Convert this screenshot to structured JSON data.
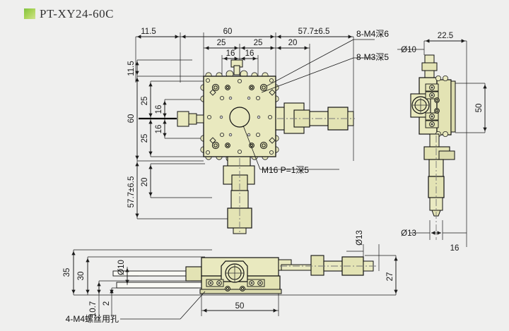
{
  "header": {
    "title": "PT-XY24-60C",
    "icon": "green-square-icon",
    "icon_color": "#8cc63f"
  },
  "colors": {
    "background": "#efefee",
    "body_fill": "#e9e9bf",
    "body_fill_light": "#f0f0d2",
    "body_fill_dark": "#dcdcae",
    "line": "#1a1a1a",
    "thin_line": "#444444",
    "center_line": "#777777"
  },
  "drawing": {
    "type": "engineering-dimension-drawing",
    "product": "PT-XY24-60C XY linear translation stage",
    "units": "mm",
    "views": [
      {
        "name": "top-view",
        "position": "upper-center"
      },
      {
        "name": "right-side-view",
        "position": "upper-right"
      },
      {
        "name": "front-view",
        "position": "lower-center"
      }
    ]
  },
  "annotations": {
    "callouts": [
      {
        "id": "m4-callout",
        "text": "8-M4深6"
      },
      {
        "id": "m3-callout",
        "text": "8-M3深5"
      },
      {
        "id": "m16-callout",
        "text": "M16 P=1深5"
      },
      {
        "id": "m4-hole-callout",
        "text": "4-M4螺丝用孔"
      }
    ]
  },
  "dimensions": {
    "top_view": {
      "top_row": [
        "11.5",
        "60",
        "57.7±6.5"
      ],
      "second_row": [
        "25",
        "25",
        "20"
      ],
      "third_row": [
        "16",
        "16"
      ],
      "left_col": [
        "11.5",
        "60",
        "57.7±6.5"
      ],
      "left_inner": [
        "25",
        "25",
        "20"
      ],
      "left_inner2": [
        "16",
        "16"
      ]
    },
    "side_view": {
      "width": "22.5",
      "shaft_top": "Ø10",
      "height": "50",
      "shaft_bottom": "Ø13",
      "bottom_offset": "16"
    },
    "front_view": {
      "overall_height": "35",
      "body_height": "30",
      "shaft_dia": "Ø10",
      "base_offset": "10.7",
      "step": "2",
      "base_width": "50",
      "right_height": "27",
      "right_shaft_dia": "Ø13"
    }
  }
}
